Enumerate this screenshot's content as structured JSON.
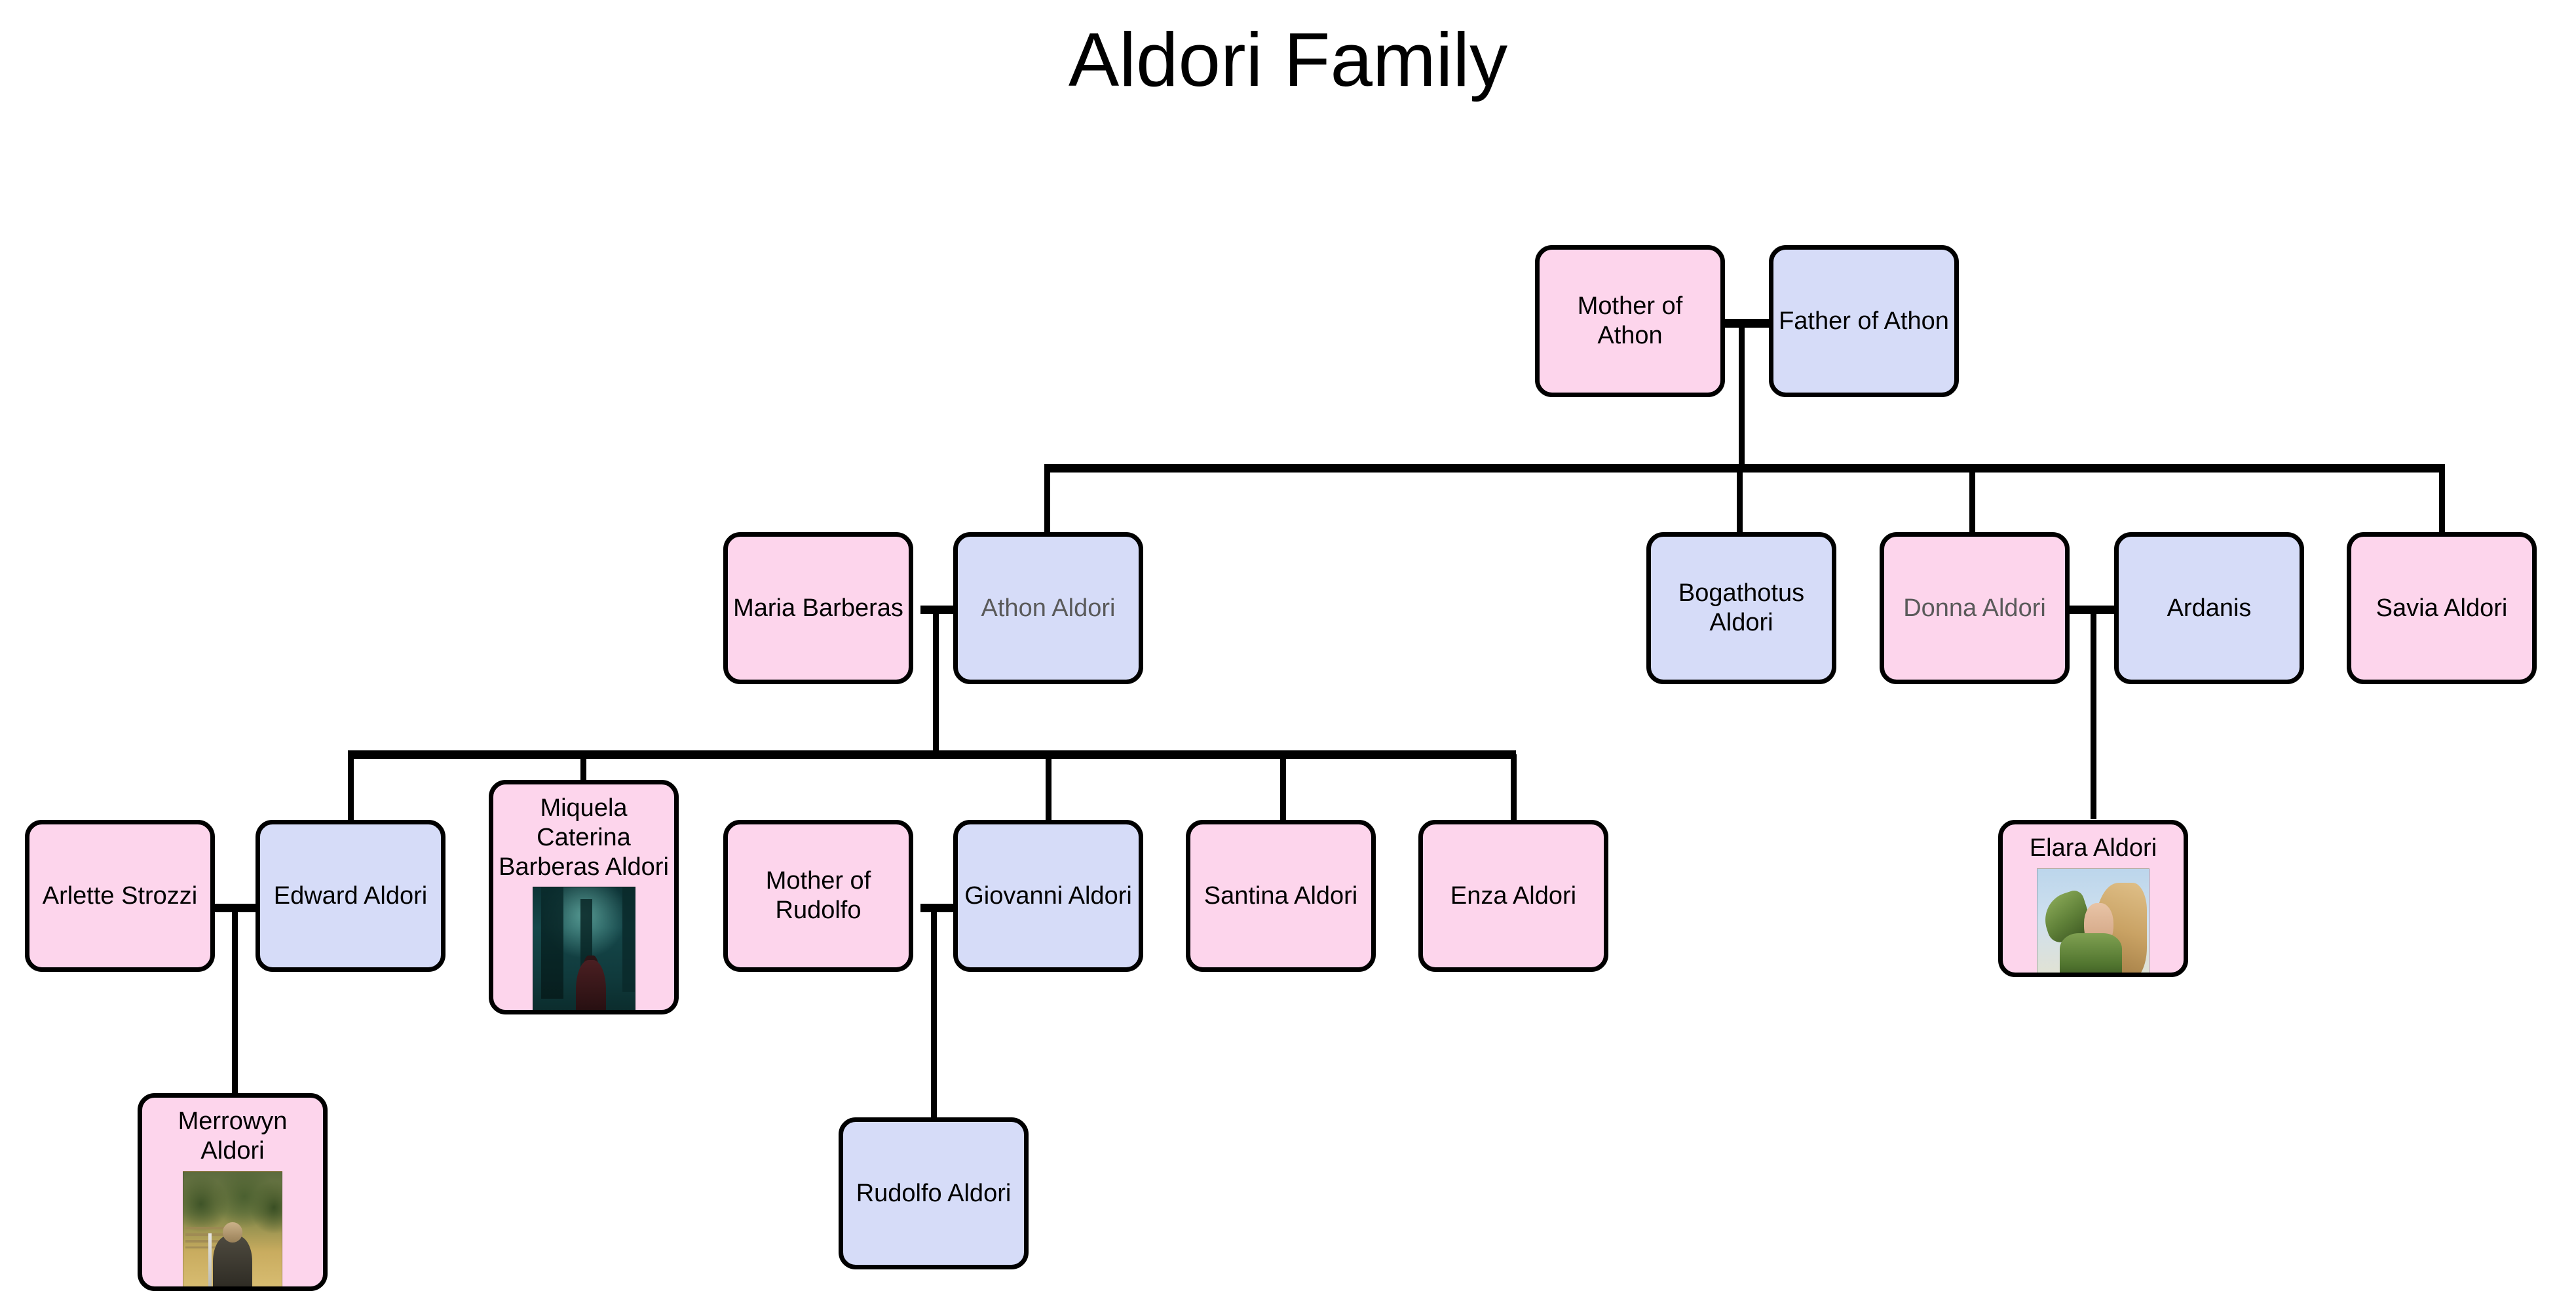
{
  "title": "Aldori Family",
  "palette": {
    "female_fill": "#fdd5ec",
    "male_fill": "#d6dcf8",
    "border": "#000000",
    "text": "#000000",
    "dim_text": "#5a5a5a",
    "background": "#ffffff"
  },
  "generations": [
    {
      "id": "gen-1",
      "nodes": [
        {
          "id": "mother-of-athon",
          "name": "Mother of Athon",
          "sex": "female",
          "dim": false,
          "photo": null
        },
        {
          "id": "father-of-athon",
          "name": "Father of Athon",
          "sex": "male",
          "dim": false,
          "photo": null
        }
      ]
    },
    {
      "id": "gen-2",
      "nodes": [
        {
          "id": "maria-barberas",
          "name": "Maria Barberas",
          "sex": "female",
          "dim": false,
          "photo": null
        },
        {
          "id": "athon-aldori",
          "name": "Athon Aldori",
          "sex": "male",
          "dim": true,
          "photo": null
        },
        {
          "id": "bogathotus-aldori",
          "name": "Bogathotus Aldori",
          "sex": "male",
          "dim": false,
          "photo": null
        },
        {
          "id": "donna-aldori",
          "name": "Donna Aldori",
          "sex": "female",
          "dim": true,
          "photo": null
        },
        {
          "id": "ardanis",
          "name": "Ardanis",
          "sex": "male",
          "dim": false,
          "photo": null
        },
        {
          "id": "savia-aldori",
          "name": "Savia Aldori",
          "sex": "female",
          "dim": false,
          "photo": null
        }
      ]
    },
    {
      "id": "gen-3",
      "nodes": [
        {
          "id": "arlette-strozzi",
          "name": "Arlette Strozzi",
          "sex": "female",
          "dim": false,
          "photo": null
        },
        {
          "id": "edward-aldori",
          "name": "Edward Aldori",
          "sex": "male",
          "dim": false,
          "photo": null
        },
        {
          "id": "miquela-caterina-barberas-aldori",
          "name": "Miquela Caterina Barberas Aldori",
          "sex": "female",
          "dim": false,
          "photo": "portrait-forest-cloaked-figure"
        },
        {
          "id": "mother-of-rudolfo",
          "name": "Mother of Rudolfo",
          "sex": "female",
          "dim": false,
          "photo": null
        },
        {
          "id": "giovanni-aldori",
          "name": "Giovanni Aldori",
          "sex": "male",
          "dim": false,
          "photo": null
        },
        {
          "id": "santina-aldori",
          "name": "Santina Aldori",
          "sex": "female",
          "dim": false,
          "photo": null
        },
        {
          "id": "enza-aldori",
          "name": "Enza Aldori",
          "sex": "female",
          "dim": false,
          "photo": null
        },
        {
          "id": "elara-aldori",
          "name": "Elara Aldori",
          "sex": "female",
          "dim": false,
          "photo": "portrait-elf-ranger"
        }
      ]
    },
    {
      "id": "gen-4",
      "nodes": [
        {
          "id": "merrowyn-aldori",
          "name": "Merrowyn Aldori",
          "sex": "female",
          "dim": false,
          "photo": "portrait-kneeling-knight"
        },
        {
          "id": "rudolfo-aldori",
          "name": "Rudolfo Aldori",
          "sex": "male",
          "dim": false,
          "photo": null
        }
      ]
    }
  ],
  "marriages": [
    {
      "id": "mother-athon--father-athon",
      "partners": [
        "mother-of-athon",
        "father-of-athon"
      ]
    },
    {
      "id": "maria--athon",
      "partners": [
        "maria-barberas",
        "athon-aldori"
      ]
    },
    {
      "id": "donna--ardanis",
      "partners": [
        "donna-aldori",
        "ardanis"
      ]
    },
    {
      "id": "arlette--edward",
      "partners": [
        "arlette-strozzi",
        "edward-aldori"
      ]
    },
    {
      "id": "rudolfo-mother--giovanni",
      "partners": [
        "mother-of-rudolfo",
        "giovanni-aldori"
      ]
    }
  ],
  "descents": [
    {
      "from": "mother-athon--father-athon",
      "to": [
        "athon-aldori",
        "bogathotus-aldori",
        "donna-aldori",
        "savia-aldori"
      ]
    },
    {
      "from": "maria--athon",
      "to": [
        "edward-aldori",
        "miquela-caterina-barberas-aldori",
        "giovanni-aldori",
        "santina-aldori",
        "enza-aldori"
      ]
    },
    {
      "from": "donna--ardanis",
      "to": [
        "elara-aldori"
      ]
    },
    {
      "from": "arlette--edward",
      "to": [
        "merrowyn-aldori"
      ]
    },
    {
      "from": "rudolfo-mother--giovanni",
      "to": [
        "rudolfo-aldori"
      ]
    }
  ]
}
